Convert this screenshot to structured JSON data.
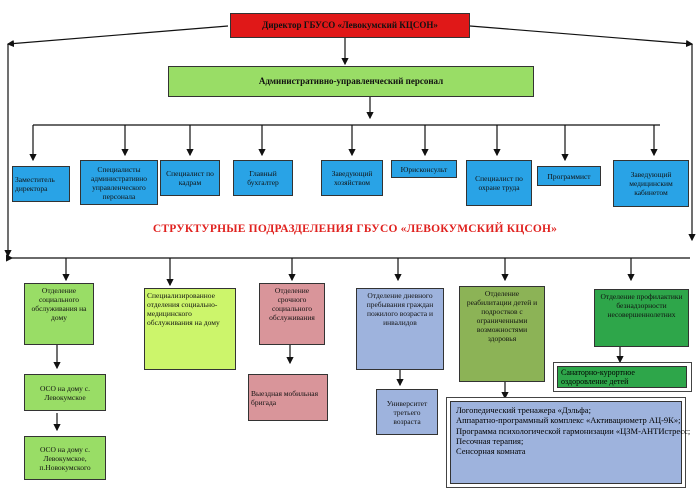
{
  "director": "Директор ГБУСО «Левокумский КЦСОН»",
  "admin": "Административно-управленческий  персонал",
  "staff": [
    "Заместитель директора",
    "Специалисты административно управленческого персонала",
    "Специалист по кадрам",
    "Главный бухгалтер",
    "Заведующий хозяйством",
    "Юрисконсульт",
    "Специалист по охране труда",
    "Программист",
    "Заведующий медицинским кабинетом"
  ],
  "heading": "СТРУКТУРНЫЕ  ПОДРАЗДЕЛЕНИЯ ГБУСО «ЛЕВОКУМСКИЙ КЦСОН»",
  "departments": [
    "Отделение социального обслуживания на дому",
    "Специализированное отделения социально-медицинского обслуживания на дому",
    "Отделение срочного социального обслуживания",
    "Отделение дневного пребывания граждан пожилого возраста и инвалидов",
    "Отделение реабилитации детей и подростков с ограниченными возможностями здоровья",
    "Отделение профилактики безнадзорности несовершеннолетних"
  ],
  "sub": {
    "oso1": "ОСО на дому с. Левокумское",
    "oso2": "ОСО на дому с. Левокумское, п.Новокумского",
    "brigade": "Выездная мобильная бригада",
    "university": "Университет третьего возраста",
    "sanatorium": "Санаторно-курортное оздоровление детей",
    "programs": [
      "Логопедический тренажера «Дэльфа;",
      "Аппаратно-программный  комплекс «Активациометр АЦ-9К»;",
      "Программа психологической гармонизации «ЦЗМ-АНТИстресс;",
      "Песочная терапия;",
      "Сенсорная комната"
    ]
  },
  "colors": {
    "director": "#e01818",
    "admin": "#99dd66",
    "staff": "#29a3e6",
    "heading": "#e0221f",
    "dept1": "#99dd66",
    "dept2": "#ccf56b",
    "dept3": "#d9959a",
    "dept4": "#9eb3dd",
    "dept5": "#8cb356",
    "dept6": "#2ea64a"
  }
}
